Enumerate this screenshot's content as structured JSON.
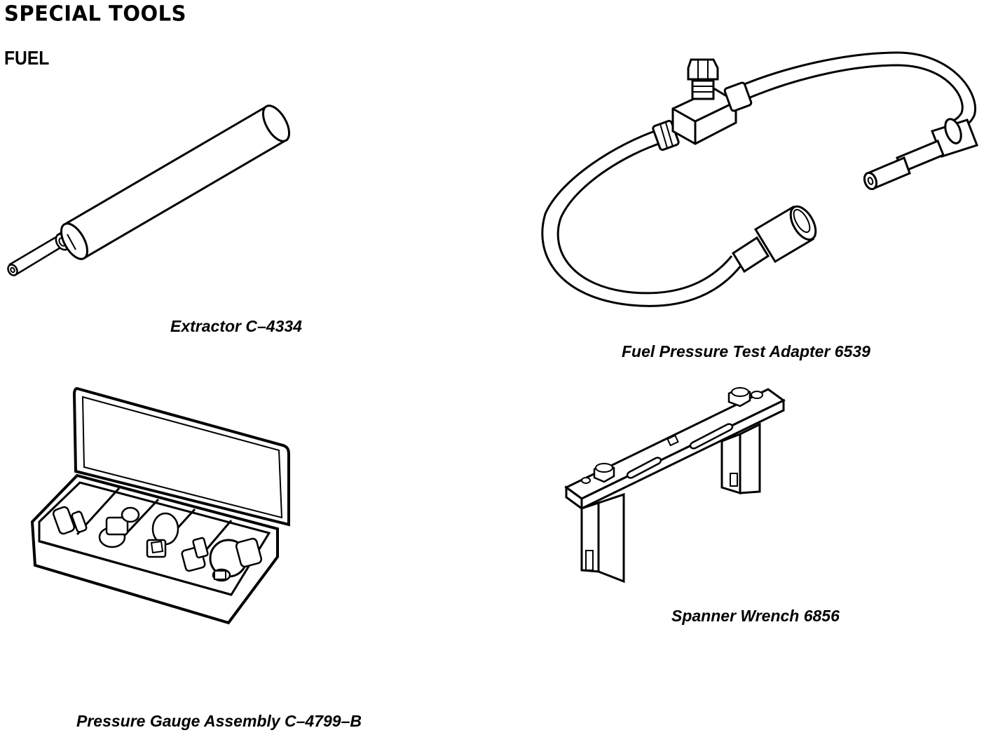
{
  "page": {
    "title": "SPECIAL TOOLS",
    "section": "FUEL"
  },
  "tools": [
    {
      "caption": "Extractor C–4334",
      "icon": "extractor-illustration"
    },
    {
      "caption": "Fuel Pressure Test Adapter 6539",
      "icon": "fuel-pressure-test-adapter-illustration"
    },
    {
      "caption": "Pressure Gauge Assembly C–4799–B",
      "icon": "pressure-gauge-assembly-illustration"
    },
    {
      "caption": "Spanner Wrench 6856",
      "icon": "spanner-wrench-illustration"
    }
  ],
  "colors": {
    "ink": "#000000",
    "paper": "#ffffff"
  }
}
